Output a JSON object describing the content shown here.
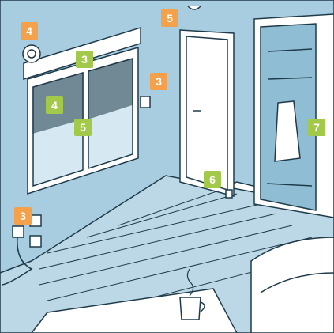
{
  "colors": {
    "wall": "#a8cde0",
    "wall_dark": "#8fbdd3",
    "outline": "#1f3b4a",
    "floor": "#bcd8e6",
    "white": "#ffffff",
    "badge_orange": "#f5a04b",
    "badge_green": "#a3c94a"
  },
  "markers": [
    {
      "id": "m1",
      "label": "4",
      "color": "orange"
    },
    {
      "id": "m2",
      "label": "5",
      "color": "orange"
    },
    {
      "id": "m3",
      "label": "3",
      "color": "green"
    },
    {
      "id": "m4",
      "label": "3",
      "color": "orange"
    },
    {
      "id": "m5",
      "label": "4",
      "color": "green"
    },
    {
      "id": "m6",
      "label": "5",
      "color": "green"
    },
    {
      "id": "m7",
      "label": "7",
      "color": "green"
    },
    {
      "id": "m8",
      "label": "6",
      "color": "green"
    },
    {
      "id": "m9",
      "label": "3",
      "color": "orange"
    }
  ]
}
